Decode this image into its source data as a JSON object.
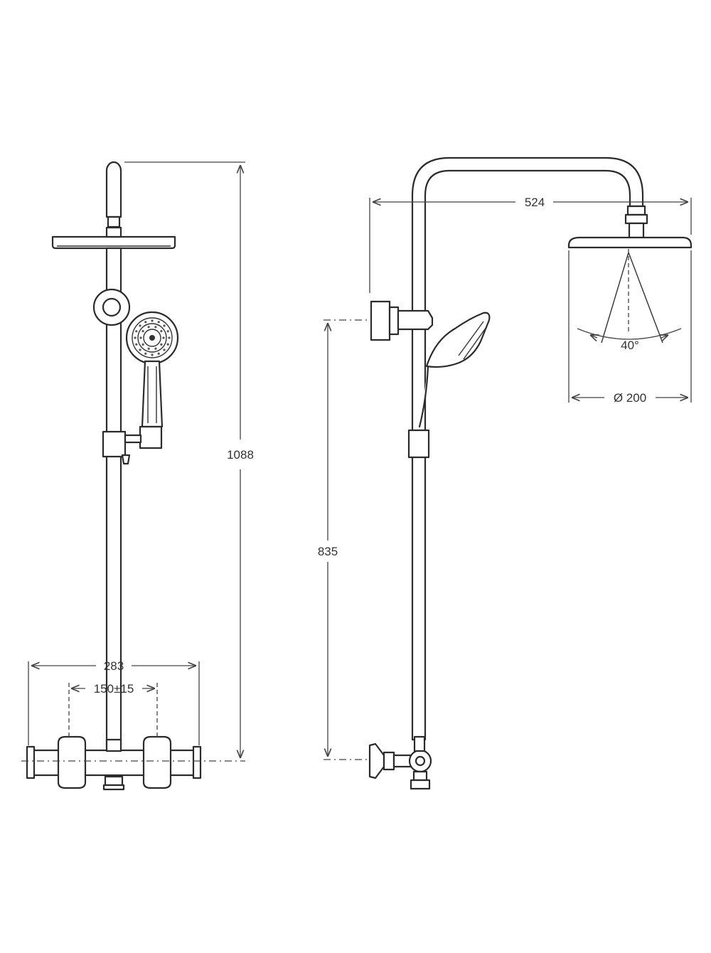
{
  "dimensions": {
    "total_height": "1088",
    "width_283": "283",
    "inlet_spacing": "150±15",
    "outlet_height": "835",
    "arm_reach": "524",
    "spray_angle": "40°",
    "head_diameter": "Ø 200"
  }
}
